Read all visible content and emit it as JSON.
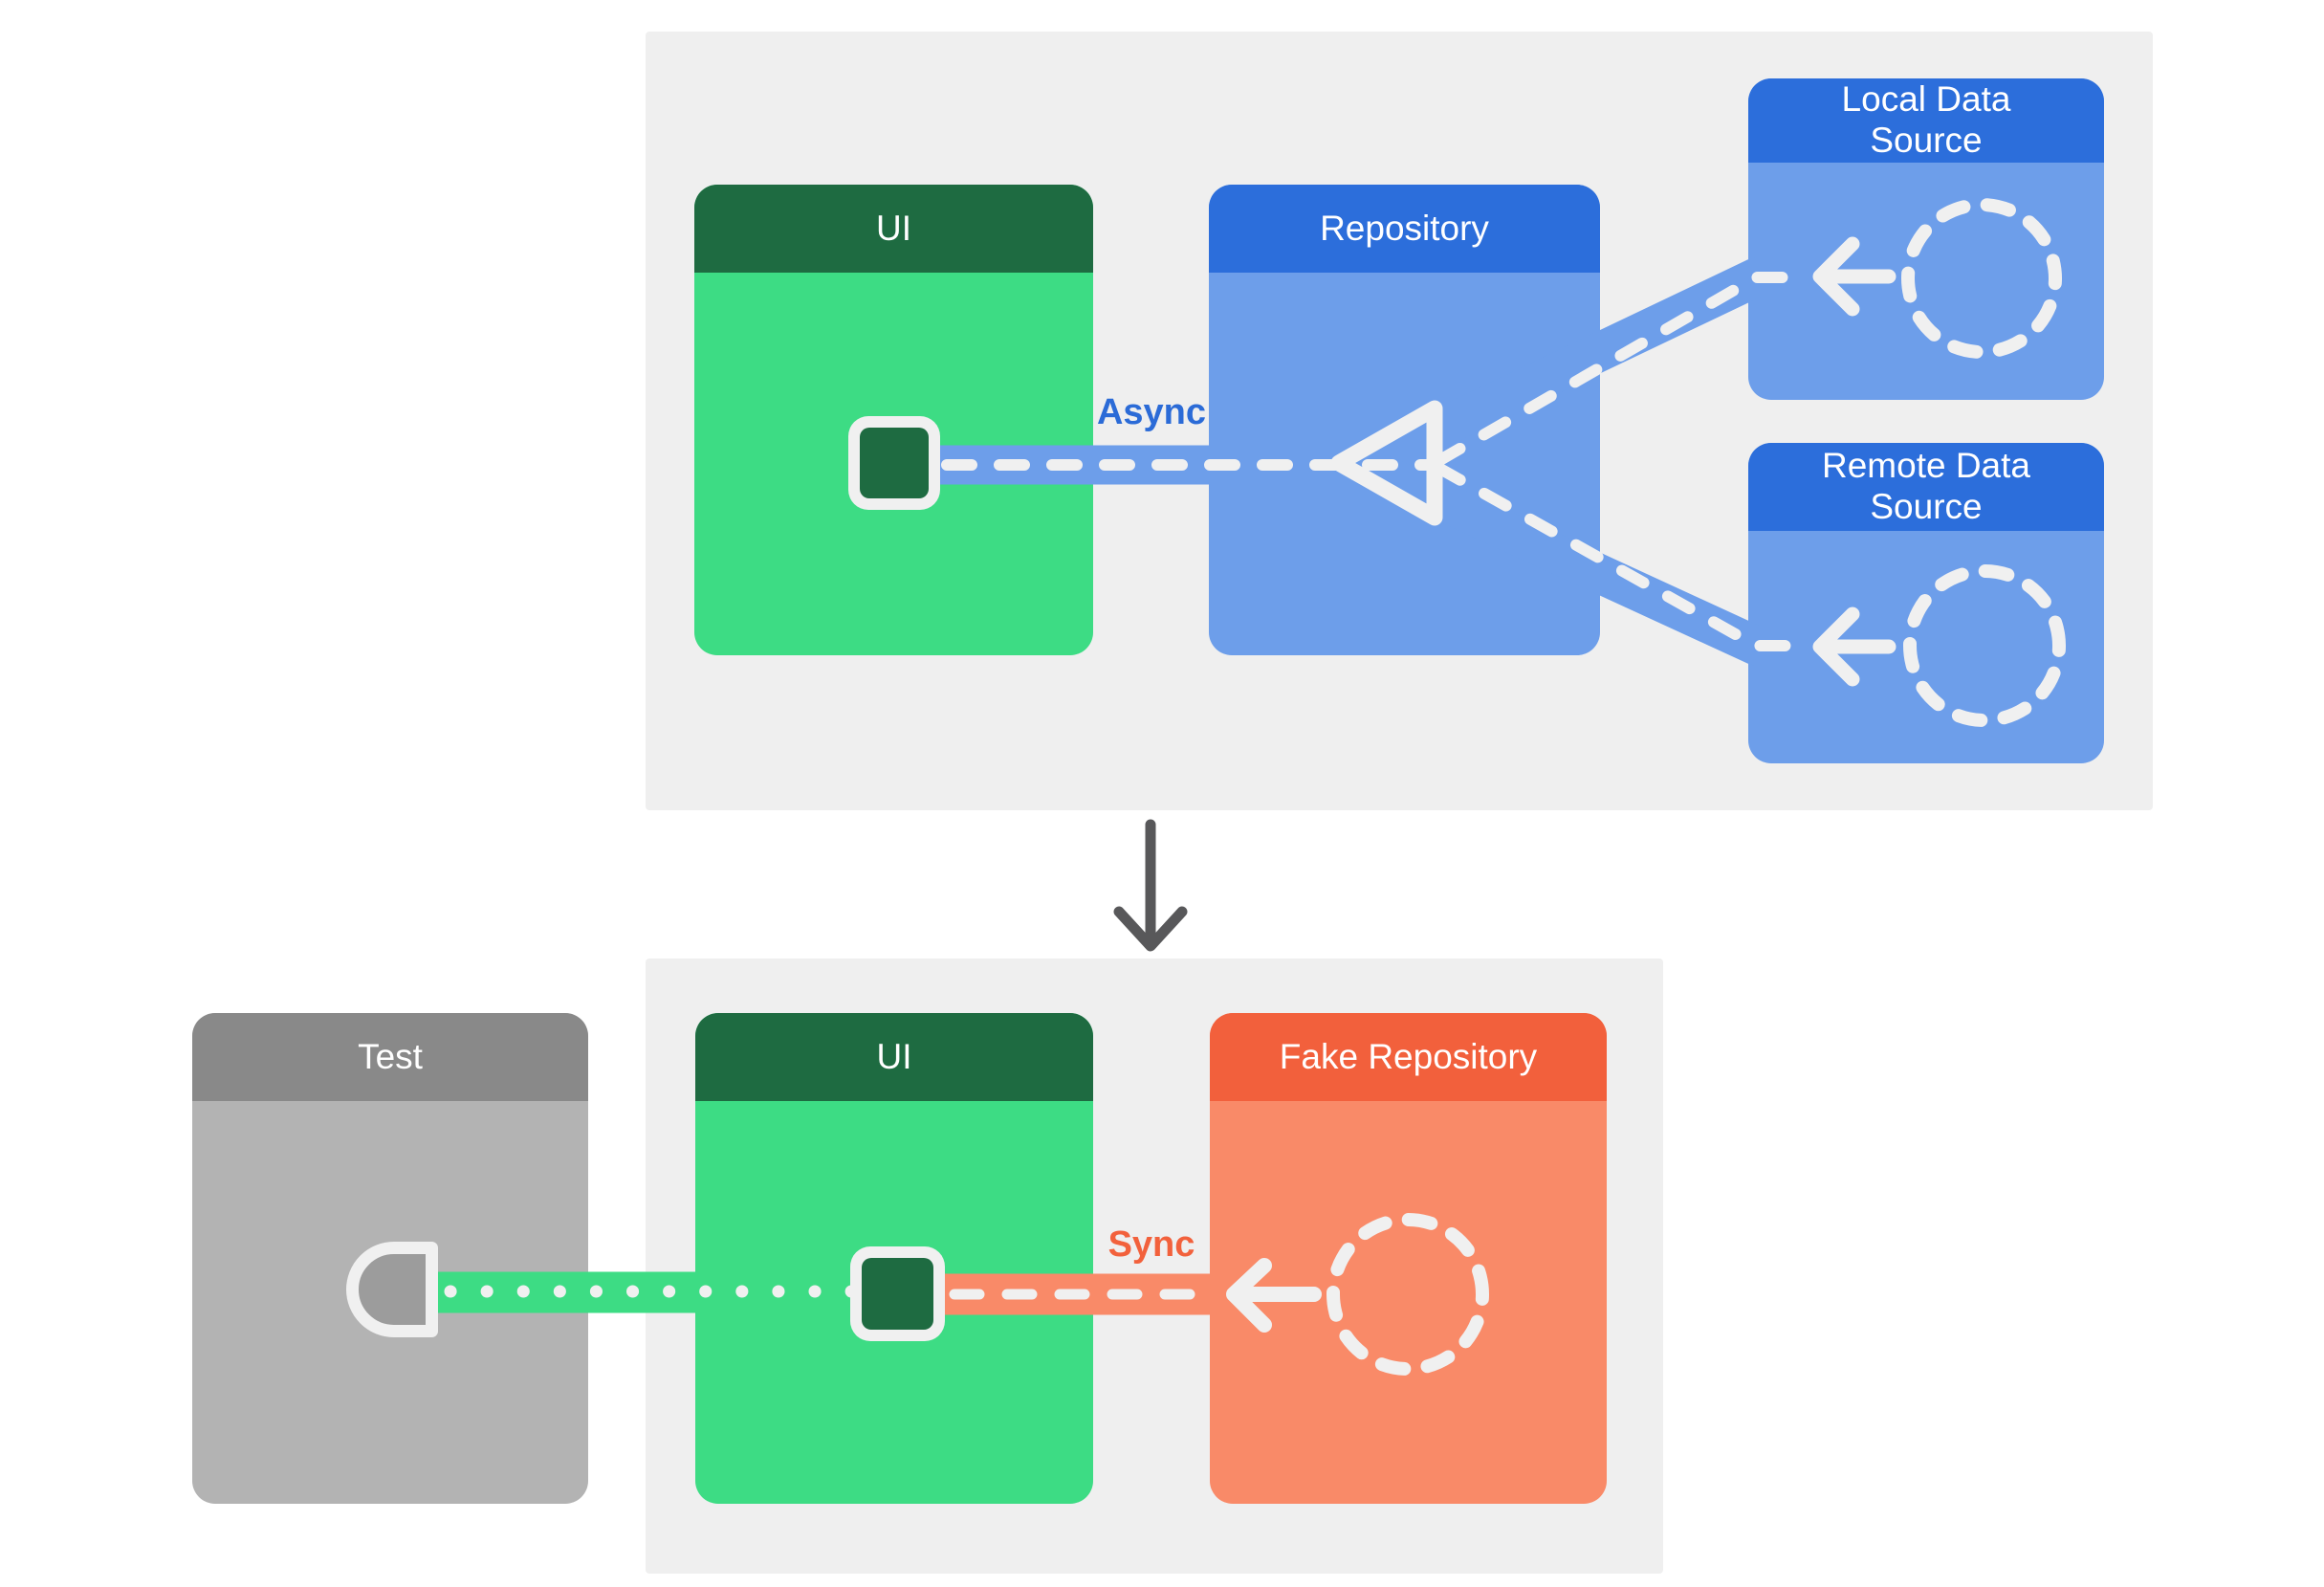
{
  "top_section": {
    "ui_card": {
      "title": "UI"
    },
    "repository_card": {
      "title": "Repository"
    },
    "local_card": {
      "title": "Local Data Source"
    },
    "remote_card": {
      "title": "Remote Data Source"
    },
    "async_label": "Async"
  },
  "bottom_section": {
    "test_card": {
      "title": "Test"
    },
    "ui_card": {
      "title": "UI"
    },
    "fake_repository_card": {
      "title": "Fake Repository"
    },
    "sync_label": "Sync"
  },
  "icons": {
    "ui_component": "dark-green-rounded-square",
    "data_source": "dashed-circle",
    "flow_arrow": "left-arrow",
    "merge": "left-pointing-triangle-outline",
    "test_probe": "half-round-socket",
    "section_flow": "down-arrow"
  },
  "colors": {
    "panel_bg": "#efefef",
    "card_green": "#3ddc84",
    "card_green_dark": "#1e6b41",
    "card_blue": "#2c6edb",
    "card_blue_light": "#6d9eea",
    "card_orange": "#f2603c",
    "card_orange_light": "#f98a68",
    "test_header_gray": "#898989",
    "test_body_gray": "#b3b3b3",
    "icon_gray": "#9c9c9c",
    "connector_white": "#f0f0f0",
    "arrow_gray": "#58585a",
    "async_text": "#2b6bd7",
    "sync_text": "#f2613c"
  }
}
